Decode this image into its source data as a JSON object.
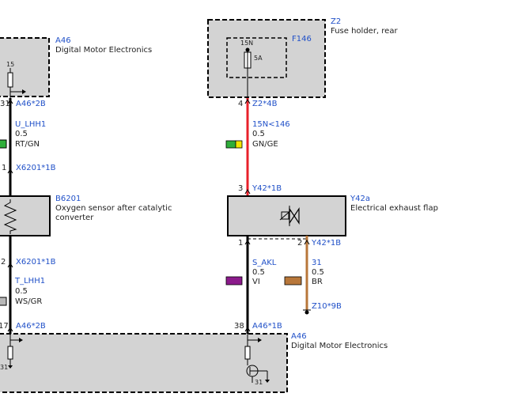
{
  "components": {
    "a46_top": {
      "id": "A46",
      "name": "Digital Motor Electronics",
      "pin_label": "15"
    },
    "z2": {
      "id": "Z2",
      "name": "Fuse holder, rear"
    },
    "f146": {
      "id": "F146",
      "terminal": "15N",
      "rating": "5A"
    },
    "b6201": {
      "id": "B6201",
      "name_line1": "Oxygen sensor after catalytic",
      "name_line2": "converter"
    },
    "y42a": {
      "id": "Y42a",
      "name": "Electrical exhaust flap"
    },
    "a46_bottom": {
      "id": "A46",
      "name": "Digital Motor Electronics",
      "ground_left": "31",
      "ground_right": "31"
    }
  },
  "connectors": {
    "left_top": {
      "pin": "31",
      "label": "A46*2B"
    },
    "left_x1": {
      "pin": "1",
      "label": "X6201*1B"
    },
    "left_x2": {
      "pin": "2",
      "label": "X6201*1B"
    },
    "left_bottom": {
      "pin": "17",
      "label": "A46*2B"
    },
    "mid_z2": {
      "pin": "4",
      "label": "Z2*4B"
    },
    "mid_y42_top": {
      "pin": "3",
      "label": "Y42*1B"
    },
    "mid_y42_pin1": {
      "pin": "1"
    },
    "mid_y42_pin2": {
      "pin": "2",
      "label": "Y42*1B"
    },
    "mid_bottom": {
      "pin": "38",
      "label": "A46*1B"
    },
    "ground_z10": {
      "label": "Z10*9B"
    }
  },
  "wires": {
    "u_lhh1": {
      "signal": "U_LHH1",
      "gauge": "0.5",
      "color_code": "RT/GN",
      "swatch": [
        "#2fae3a",
        "#2fae3a"
      ]
    },
    "t_lhh1": {
      "signal": "T_LHH1",
      "gauge": "0.5",
      "color_code": "WS/GR",
      "swatch": [
        "#b8b8b8",
        "#b8b8b8"
      ]
    },
    "n15": {
      "signal": "15N<146",
      "gauge": "0.5",
      "color_code": "GN/GE",
      "swatch": [
        "#2fae3a",
        "#f2e600"
      ],
      "wire_color": "#e8202a"
    },
    "s_akl": {
      "signal": "S_AKL",
      "gauge": "0.5",
      "color_code": "VI",
      "swatch": [
        "#8b1a8b",
        "#8b1a8b"
      ]
    },
    "w31": {
      "signal": "31",
      "gauge": "0.5",
      "color_code": "BR",
      "swatch": [
        "#b8773a",
        "#b8773a"
      ],
      "wire_color": "#b8773a"
    }
  }
}
